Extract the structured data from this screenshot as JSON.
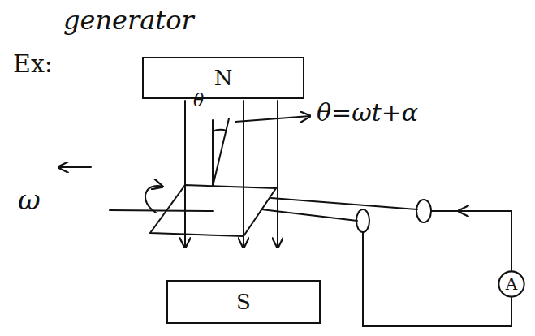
{
  "diagram": {
    "nodes": [
      {
        "text": [
          "N"
        ]
      },
      {
        "text": [
          "S"
        ]
      },
      {
        "text": [
          "A"
        ]
      }
    ],
    "labels": [
      "Ex:",
      "generator",
      "θ",
      "θ=ωt+α",
      "ω"
    ]
  }
}
